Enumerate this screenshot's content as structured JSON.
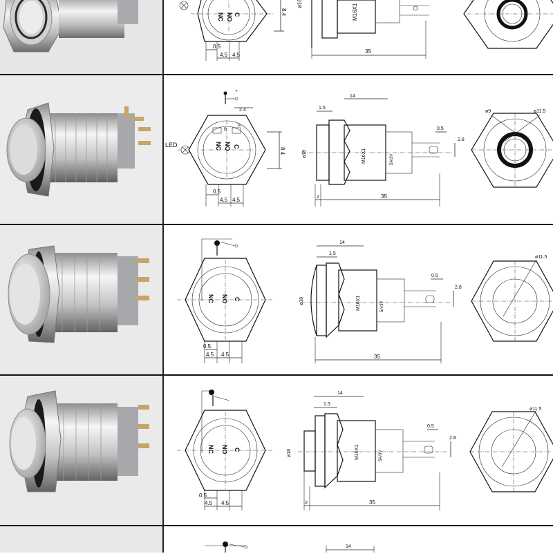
{
  "labels": {
    "led": "LED",
    "nc": "NC",
    "no": "NO",
    "c": "C",
    "plus": "+",
    "minus": "-",
    "pin_a": "A",
    "pin_b": "B",
    "thread": "M16X1",
    "side_mark": "5A/3V"
  },
  "dims": {
    "w45": "4.5",
    "w05": "0.5",
    "h84": "8.4",
    "d24": "2.4",
    "len14": "14",
    "len15": "1.5",
    "len35": "35",
    "len2": "2",
    "dia18": "ø18",
    "pin05": "0.5",
    "pin28": "2.8",
    "dia9": "ø9",
    "dia115": "ø11.5"
  },
  "colors": {
    "photo_bg": "#e9e9e9",
    "metal_light": "#f2f2f2",
    "metal_dark": "#8a8a8a",
    "housing_grey": "#a7a9ad",
    "ring_black": "#1a1a1a",
    "line": "#111111"
  },
  "rows": [
    {
      "variant": "ring-led-flat",
      "led_ring": true,
      "pins": 5
    },
    {
      "variant": "ring-led-high",
      "led_ring": true,
      "pins": 5
    },
    {
      "variant": "flat-head",
      "led_ring": false,
      "pins": 3
    },
    {
      "variant": "high-head",
      "led_ring": false,
      "pins": 3
    },
    {
      "variant": "partial",
      "led_ring": false,
      "pins": 3
    }
  ],
  "icons": {
    "led_symbol": "circle-x-icon",
    "switch_symbol": "pushbutton-switch-icon"
  }
}
